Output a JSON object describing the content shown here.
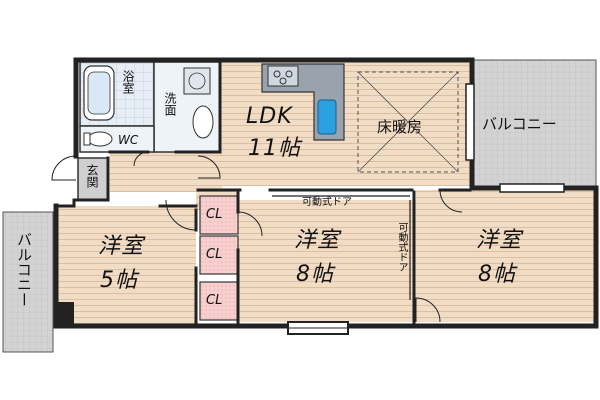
{
  "rooms": {
    "ldk": {
      "name": "LDK",
      "size": "11帖"
    },
    "floor_heating": "床暖房",
    "balcony_east": "バルコニー",
    "balcony_west": "バルコニー",
    "bath": "浴室",
    "washroom": "洗面",
    "wc": "WC",
    "entrance": "玄関",
    "room_west": {
      "name": "洋室",
      "size": "5帖"
    },
    "room_center": {
      "name": "洋室",
      "size": "8帖"
    },
    "room_east": {
      "name": "洋室",
      "size": "8帖"
    },
    "closets": [
      "CL",
      "CL",
      "CL"
    ]
  },
  "doors": {
    "sliding_horizontal": "可動式ドア",
    "sliding_vertical": "可動式ドア"
  },
  "colors": {
    "wood_floor": "#f1dcc6",
    "wood_line": "#d9b797",
    "wall": "#222222",
    "wet_area": "#dfe8f2",
    "balcony": "#d0d0d0",
    "closet": "#f7cfcf",
    "entrance": "#cfcfcf"
  }
}
